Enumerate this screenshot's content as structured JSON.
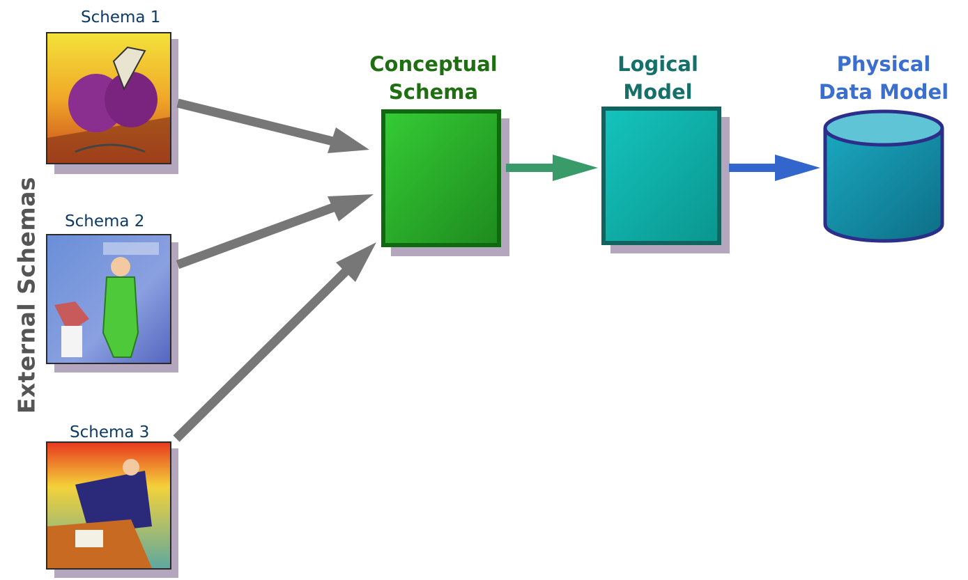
{
  "side_label": "External Schemas",
  "schemas": [
    {
      "label": "Schema 1",
      "image": "cartoon-figure-with-purple-shapes"
    },
    {
      "label": "Schema 2",
      "image": "cartoon-figure-in-green-suit"
    },
    {
      "label": "Schema 3",
      "image": "cartoon-figure-at-desk"
    }
  ],
  "nodes": {
    "conceptual": {
      "line1": "Conceptual",
      "line2": "Schema",
      "color": "#1f6f12",
      "fill": "#2fbf2f"
    },
    "logical": {
      "line1": "Logical",
      "line2": "Model",
      "color": "#16706a",
      "fill": "#10b3ad"
    },
    "physical": {
      "line1": "Physical",
      "line2": "Data Model",
      "color": "#3a6fd0",
      "fill": "#1e9bb0"
    }
  },
  "arrow_colors": {
    "schema_to_conceptual": "#777777",
    "conceptual_to_logical": "#3a9b6a",
    "logical_to_physical": "#3366cc"
  }
}
